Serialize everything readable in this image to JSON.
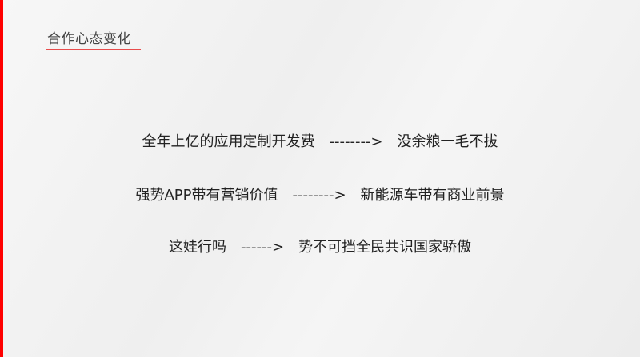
{
  "slide": {
    "title": "合作心态变化",
    "accent_color": "#ff0000",
    "rows": [
      {
        "left": "全年上亿的应用定制开发费",
        "arrow": "-------->",
        "right": "没余粮一毛不拔"
      },
      {
        "left": "强势APP带有营销价值",
        "arrow": "-------->",
        "right": "新能源车带有商业前景"
      },
      {
        "left": "这娃行吗",
        "arrow": "------>",
        "right": "势不可挡全民共识国家骄傲"
      }
    ]
  }
}
